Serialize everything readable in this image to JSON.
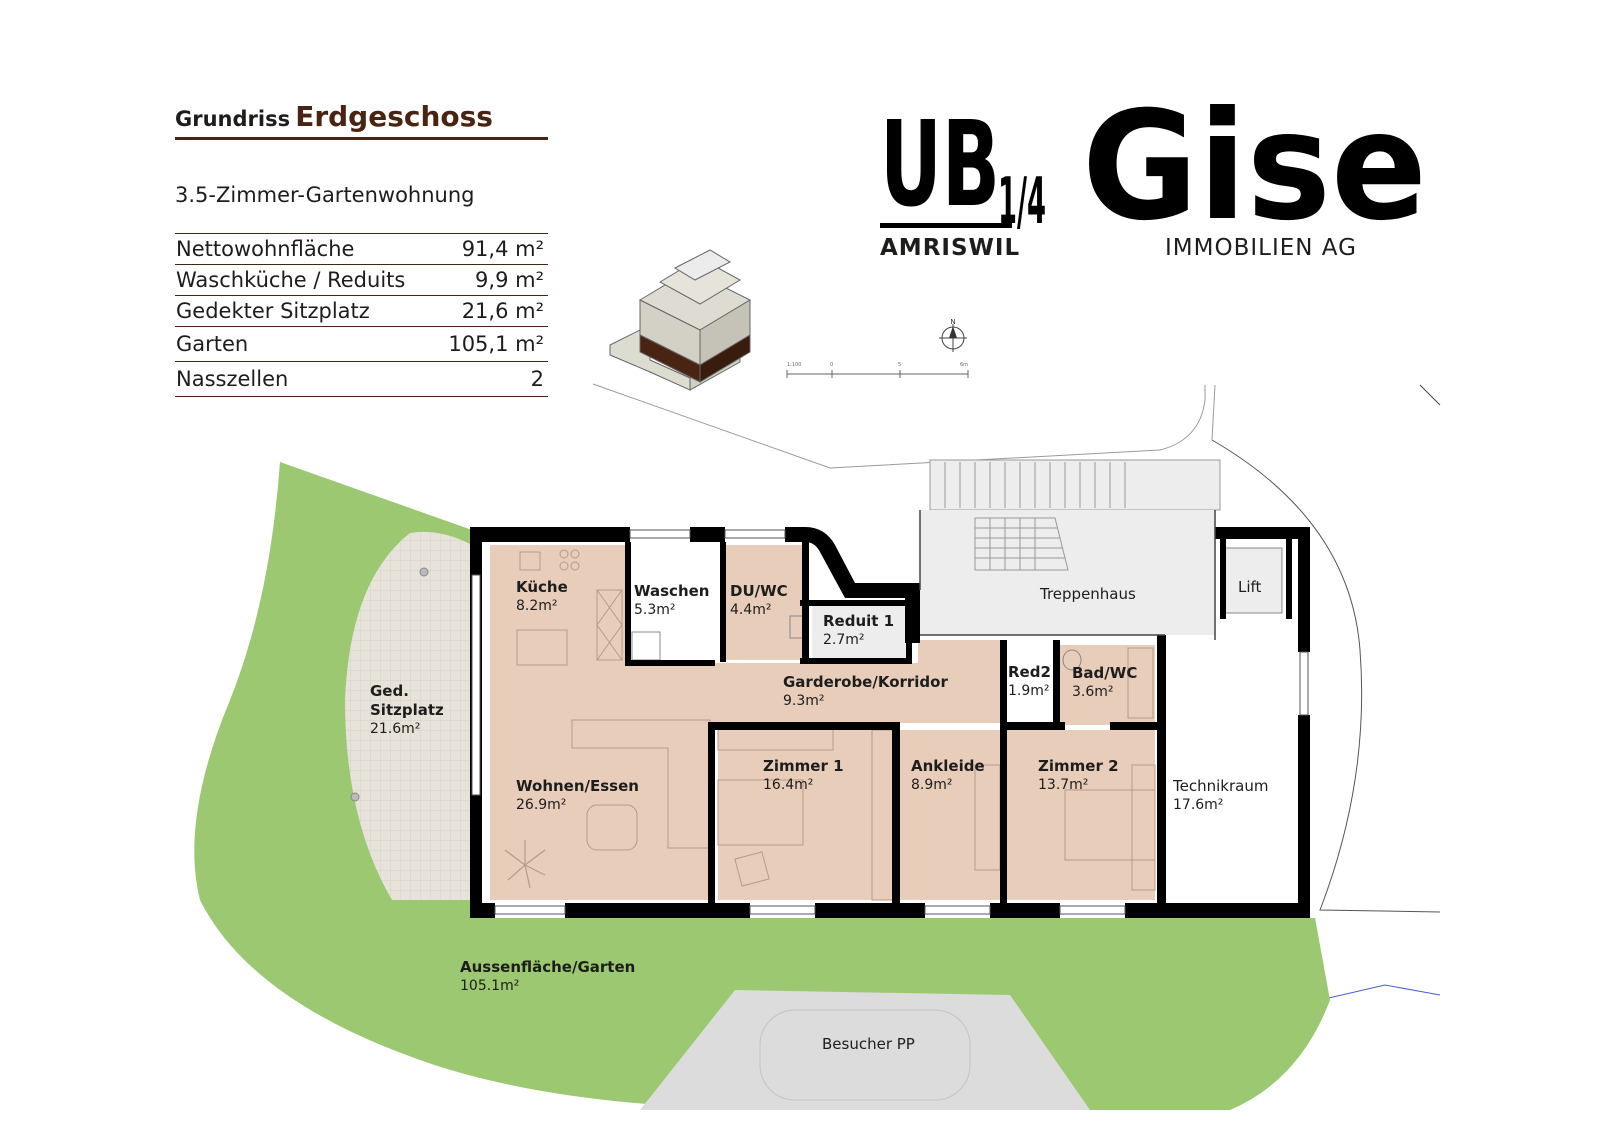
{
  "header": {
    "title_prefix": "Grundriss",
    "title_main": "Erdgeschoss",
    "subtitle": "3.5-Zimmer-Gartenwohnung"
  },
  "specs": [
    {
      "label": "Nettowohnfläche",
      "value": "91,4 m²"
    },
    {
      "label": "Waschküche / Reduits",
      "value": "9,9 m²"
    },
    {
      "label": "Gedekter Sitzplatz",
      "value": "21,6 m²"
    },
    {
      "label": "Garten",
      "value": "105,1 m²"
    },
    {
      "label": "Nasszellen",
      "value": "2"
    }
  ],
  "logos": {
    "ub_text": "UB",
    "ub_fraction": "1/4",
    "ub_location": "AMRISWIL",
    "gise_text": "Gise",
    "gise_sub": "IMMOBILIEN AG"
  },
  "colors": {
    "accent_brown": "#4a2412",
    "room_fill": "#e8cdbb",
    "garden_green": "#9bc871",
    "terrace_fill": "#e7e3da",
    "parking_grey": "#dcdcdc",
    "wall": "#000000"
  },
  "compass_label": "N",
  "scale_labels": [
    "1:100",
    "0",
    "5",
    "6m"
  ],
  "rooms": {
    "kueche": {
      "name": "Küche",
      "area": "8.2m²"
    },
    "waschen": {
      "name": "Waschen",
      "area": "5.3m²"
    },
    "duwc": {
      "name": "DU/WC",
      "area": "4.4m²"
    },
    "reduit1": {
      "name": "Reduit 1",
      "area": "2.7m²"
    },
    "treppenhaus": {
      "name": "Treppenhaus"
    },
    "lift": {
      "name": "Lift"
    },
    "garderobe": {
      "name": "Garderobe/Korridor",
      "area": "9.3m²"
    },
    "red2": {
      "name": "Red2",
      "area": "1.9m²"
    },
    "badwc": {
      "name": "Bad/WC",
      "area": "3.6m²"
    },
    "sitzplatz": {
      "name": "Ged. Sitzplatz",
      "area": "21.6m²"
    },
    "wohnen": {
      "name": "Wohnen/Essen",
      "area": "26.9m²"
    },
    "zimmer1": {
      "name": "Zimmer 1",
      "area": "16.4m²"
    },
    "ankleide": {
      "name": "Ankleide",
      "area": "8.9m²"
    },
    "zimmer2": {
      "name": "Zimmer 2",
      "area": "13.7m²"
    },
    "technikraum": {
      "name": "Technikraum",
      "area": "17.6m²"
    },
    "garten": {
      "name": "Aussenfläche/Garten",
      "area": "105.1m²"
    },
    "besucher": {
      "name": "Besucher PP"
    }
  }
}
